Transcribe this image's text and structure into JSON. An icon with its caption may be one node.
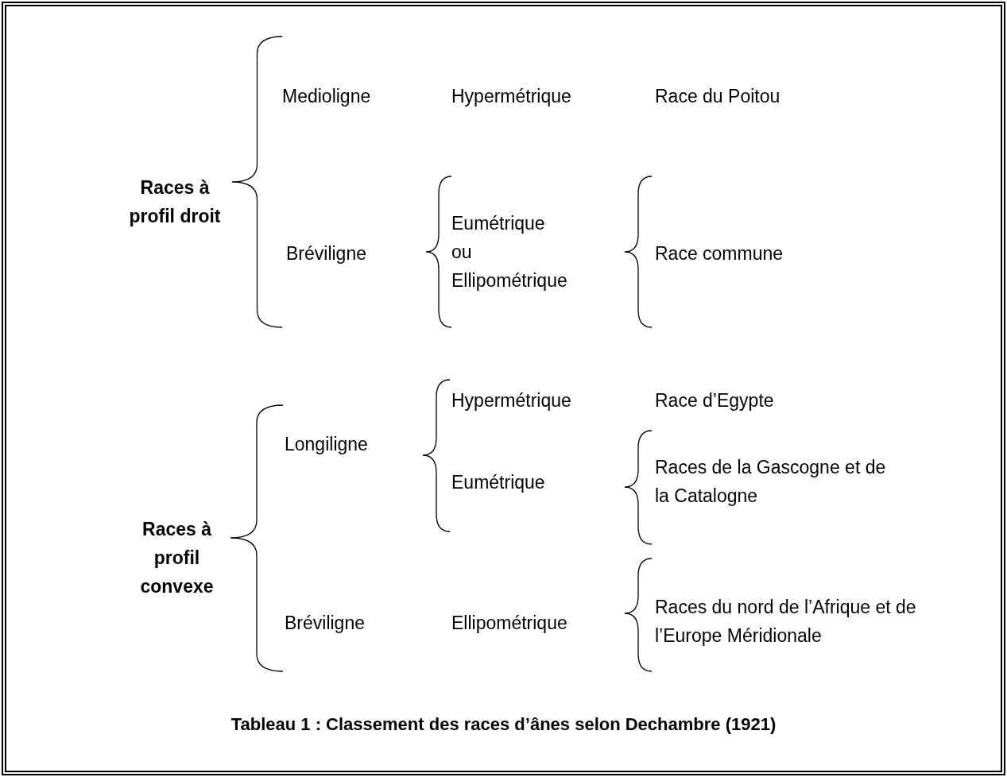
{
  "diagram": {
    "caption": "Tableau 1 : Classement des races d’ânes selon Dechambre (1921)",
    "labels": [
      "Races à profil droit",
      "Medioligne",
      "Hypermétrique",
      "Race du Poitou",
      "Bréviligne",
      "Eumétrique ou Ellipométrique",
      "Race commune",
      "Races à profil convexe",
      "Longiligne",
      "Hypermétrique",
      "Eumétrique",
      "Race d’Egypte",
      "Races de la Gascogne et de la Catalogne",
      "Bréviligne",
      "Ellipométrique",
      "Races du nord de l’Afrique et de l’Europe Méridionale"
    ]
  }
}
